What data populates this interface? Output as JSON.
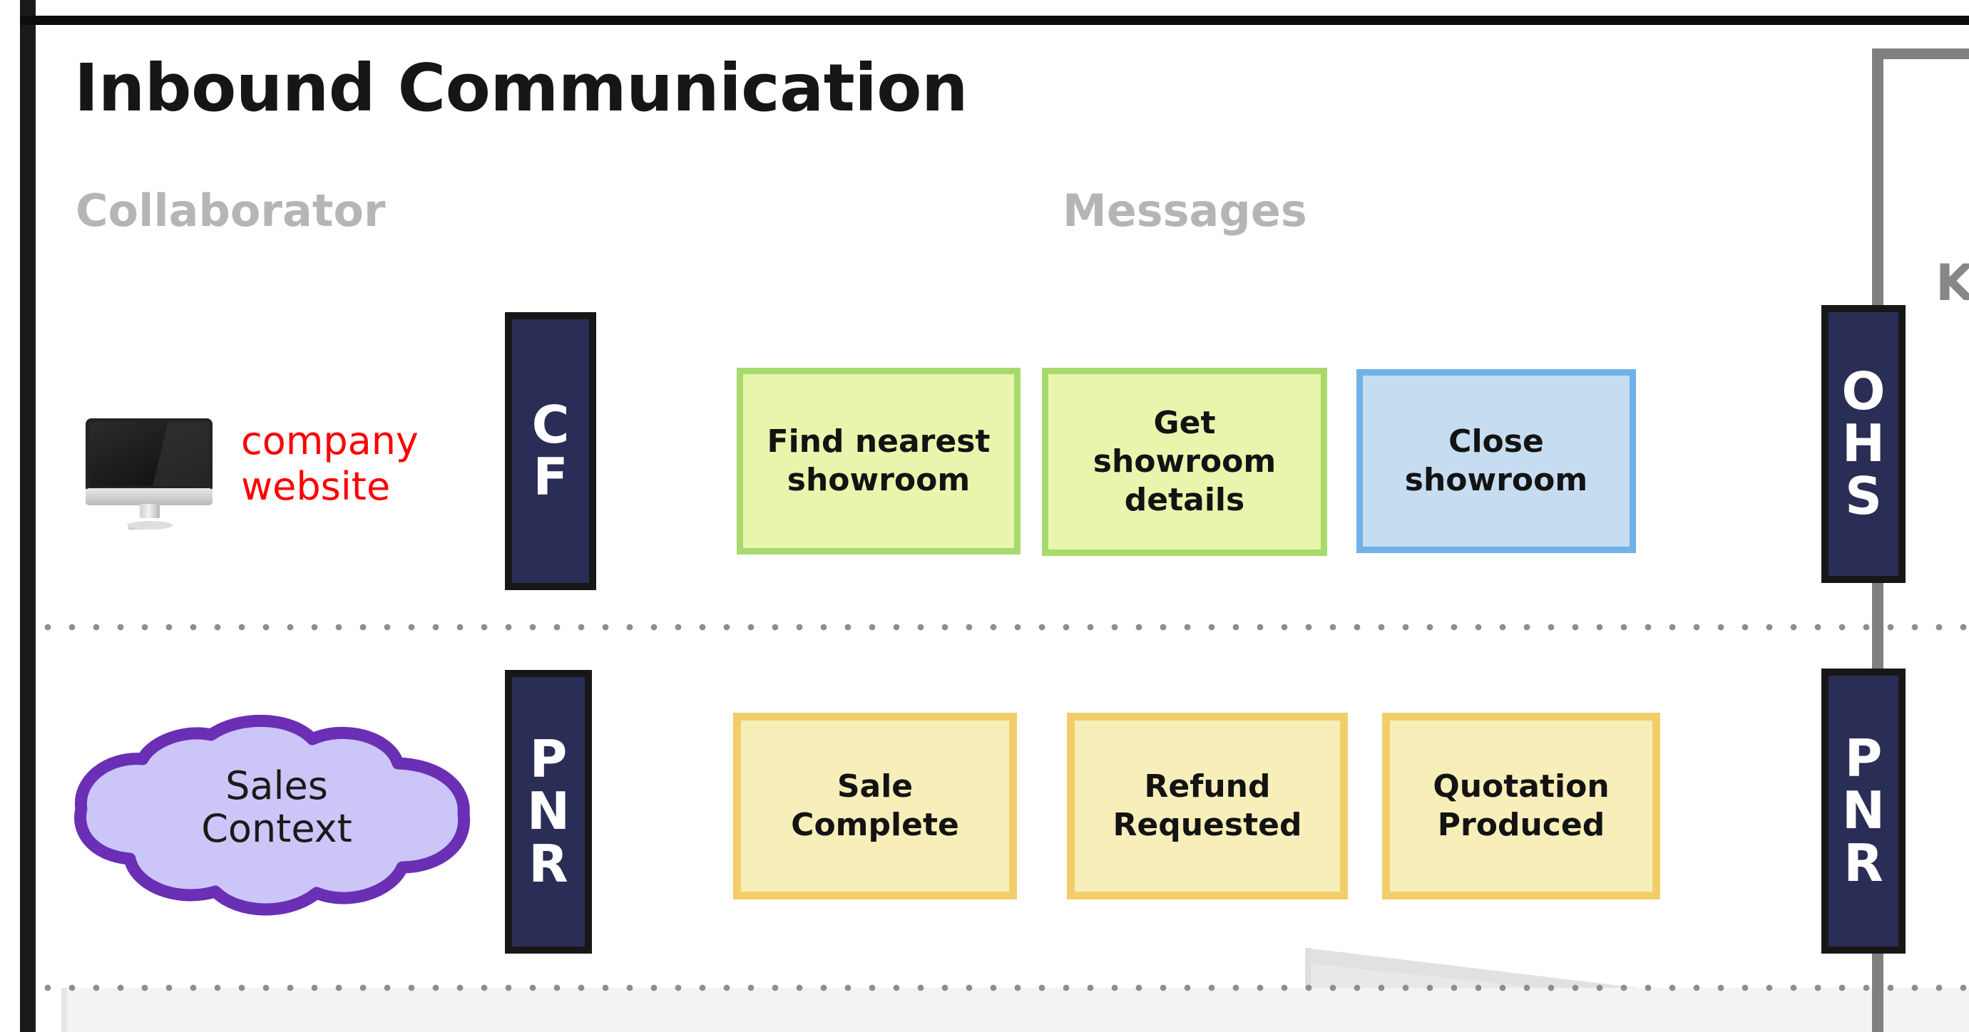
{
  "page": {
    "title": "Inbound Communication"
  },
  "columns": {
    "collaborator": "Collaborator",
    "messages": "Messages"
  },
  "lanes": [
    {
      "id": "website-lane",
      "collaborator": {
        "icon": "desktop-monitor-icon",
        "label": "company website",
        "label_color": "#ff0000"
      },
      "chip": {
        "letters": [
          "C",
          "F"
        ],
        "fill": "#2a2d55",
        "border": "#171717",
        "text_color": "#ffffff"
      },
      "messages": [
        {
          "label": "Find nearest showroom",
          "style": "green",
          "fill": "#e8f5ad",
          "border": "#a7d96c"
        },
        {
          "label": "Get showroom details",
          "style": "green",
          "fill": "#e8f5ad",
          "border": "#a7d96c"
        },
        {
          "label": "Close showroom",
          "style": "blue",
          "fill": "#c6dcf0",
          "border": "#6fb1e8"
        }
      ],
      "right_chip": {
        "letters": [
          "O",
          "H",
          "S"
        ]
      }
    },
    {
      "id": "sales-lane",
      "collaborator": {
        "icon": "cloud-icon",
        "label": "Sales Context",
        "label_line1": "Sales",
        "label_line2": "Context",
        "fill": "#ccc6f8",
        "border": "#6a2fb5"
      },
      "chip": {
        "letters": [
          "P",
          "N",
          "R"
        ],
        "fill": "#2a2d55",
        "border": "#171717",
        "text_color": "#ffffff"
      },
      "messages": [
        {
          "label": "Sale Complete",
          "style": "yellow",
          "fill": "#f7eeb9",
          "border": "#f2ce6a"
        },
        {
          "label": "Refund Requested",
          "style": "yellow",
          "fill": "#f7eeb9",
          "border": "#f2ce6a"
        },
        {
          "label": "Quotation Produced",
          "style": "yellow",
          "fill": "#f7eeb9",
          "border": "#f2ce6a"
        }
      ],
      "right_chip": {
        "letters": [
          "P",
          "N",
          "R"
        ]
      }
    }
  ],
  "connector": {
    "label": "K",
    "color": "#808080"
  },
  "message_lines": {
    "find": [
      "Find nearest",
      "showroom"
    ],
    "get": [
      "Get",
      "showroom",
      "details"
    ],
    "close": [
      "Close",
      "showroom"
    ],
    "sale": [
      "Sale",
      "Complete"
    ],
    "refund": [
      "Refund",
      "Requested"
    ],
    "quote": [
      "Quotation",
      "Produced"
    ]
  },
  "chip_letters": {
    "cf": "C\nF",
    "pnr_left": "P\nN\nR",
    "ohs": "O\nH\nS",
    "pnr_right": "P\nN\nR"
  },
  "colors": {
    "frame": "#1a1a1a",
    "header_gray": "#b5b5b5",
    "divider_dot": "#8e8e8e",
    "chip_navy": "#2a2d55",
    "connector_gray": "#808080"
  }
}
